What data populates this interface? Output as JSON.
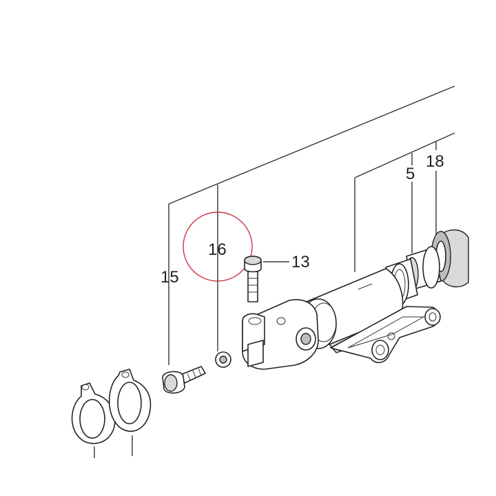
{
  "callouts": {
    "c15": "15",
    "c16": "16",
    "c13": "13",
    "c5": "5",
    "c18": "18"
  },
  "highlight": {
    "target": "16",
    "ring_color": "#cc3344"
  }
}
